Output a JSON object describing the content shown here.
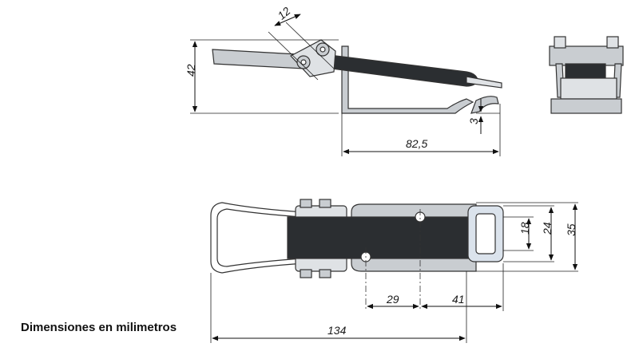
{
  "caption": "Dimensiones en milimetros",
  "dimensions": {
    "side_angle": "12",
    "side_height": "42",
    "side_thickness": "3",
    "side_length": "82,5",
    "top_inner_width": "18",
    "top_mid_width": "24",
    "top_outer_width": "35",
    "top_hole_to_hole": "29",
    "top_hole_to_end": "41",
    "top_total_length": "134"
  }
}
